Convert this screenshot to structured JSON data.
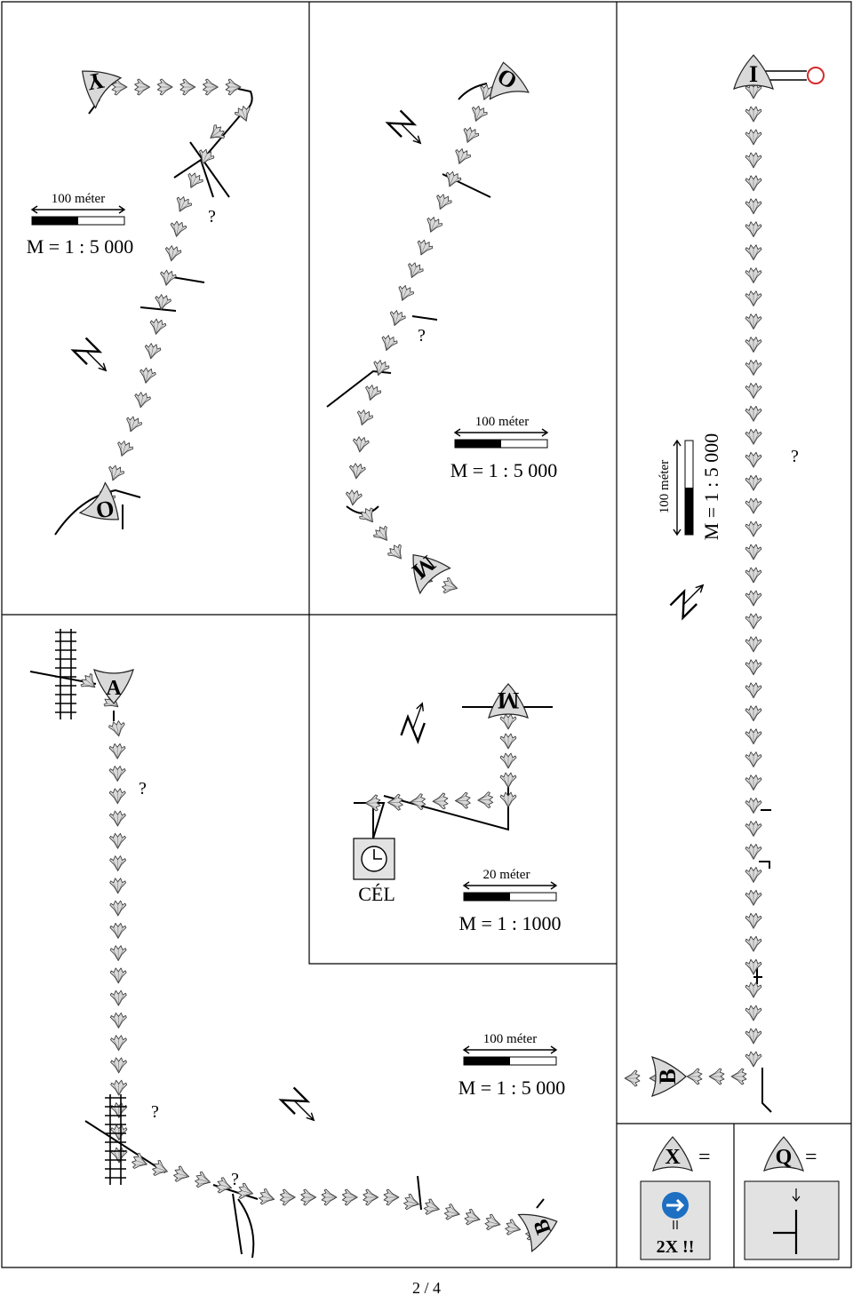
{
  "page_number": "2 / 4",
  "panels": {
    "top_left": {
      "scale_distance": "100 méter",
      "scale_ratio": "M = 1 : 5 000",
      "checkpoints": [
        "Y",
        "O"
      ],
      "question_marks": [
        "?"
      ]
    },
    "top_middle": {
      "scale_distance": "100 méter",
      "scale_ratio": "M = 1 : 5 000",
      "checkpoints": [
        "O",
        "M"
      ],
      "question_marks": [
        "?"
      ]
    },
    "right": {
      "scale_distance": "100 méter",
      "scale_ratio": "M = 1 : 5 000",
      "checkpoints": [
        "I",
        "B"
      ],
      "question_marks": [
        "?"
      ]
    },
    "middle_center": {
      "scale_distance": "20 méter",
      "scale_ratio": "M = 1 : 1000",
      "checkpoints": [
        "M"
      ],
      "finish_label": "CÉL"
    },
    "bottom_left": {
      "scale_distance": "100 méter",
      "scale_ratio": "M = 1 : 5 000",
      "checkpoints": [
        "A",
        "B"
      ],
      "question_marks": [
        "?",
        "?",
        "?"
      ]
    }
  },
  "legend": {
    "x": {
      "letter": "X",
      "equals": "=",
      "note": "2X !!"
    },
    "q": {
      "letter": "Q",
      "equals": "="
    }
  },
  "colors": {
    "line": "#000000",
    "footprint_fill": "#d9d9d9",
    "sign_blue": "#1d6fc2",
    "start_circle": "#d42b2b",
    "legend_box": "#e2e2e2"
  }
}
